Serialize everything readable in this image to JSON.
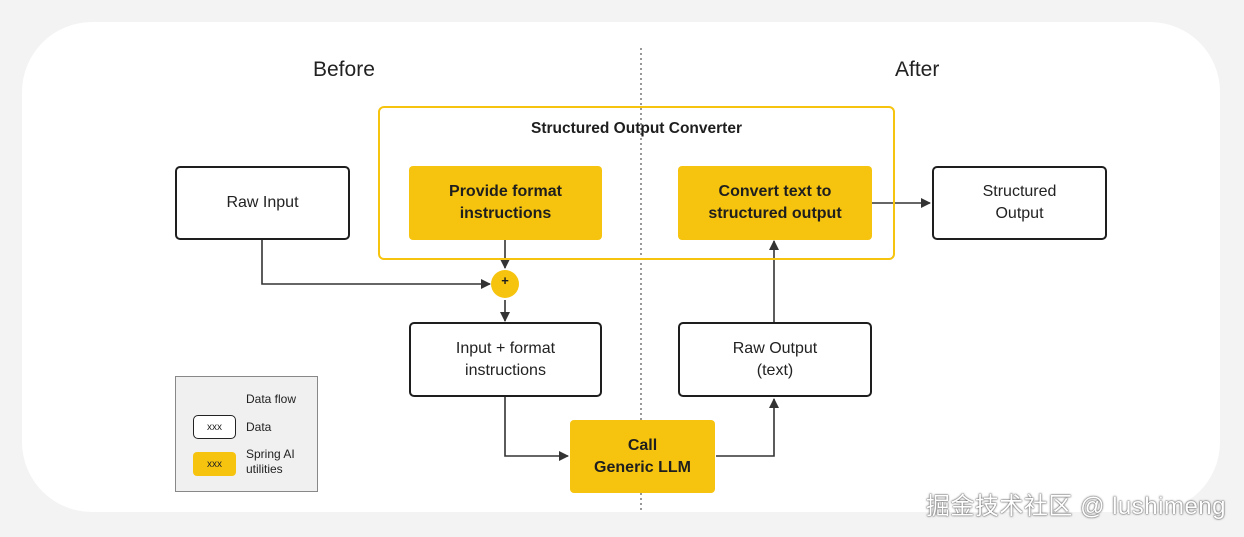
{
  "headers": {
    "before": "Before",
    "after": "After"
  },
  "converter": {
    "title": "Structured Output Converter"
  },
  "nodes": {
    "raw_input": "Raw Input",
    "provide_format": "Provide format\ninstructions",
    "convert_text": "Convert text to\nstructured  output",
    "structured_output": "Structured\nOutput",
    "input_format": "Input + format\ninstructions",
    "raw_output": "Raw Output\n(text)",
    "call_llm": "Call\nGeneric LLM",
    "join_symbol": "+"
  },
  "legend": {
    "data_flow": "Data flow",
    "data_chip": "xxx",
    "data": "Data",
    "util_chip": "xxx",
    "util": "Spring AI\nutilities"
  },
  "watermark": "掘金技术社区 @ lushimeng",
  "colors": {
    "accent": "#f6c40f",
    "ink": "#1e1e1e",
    "background": "#ffffff"
  }
}
